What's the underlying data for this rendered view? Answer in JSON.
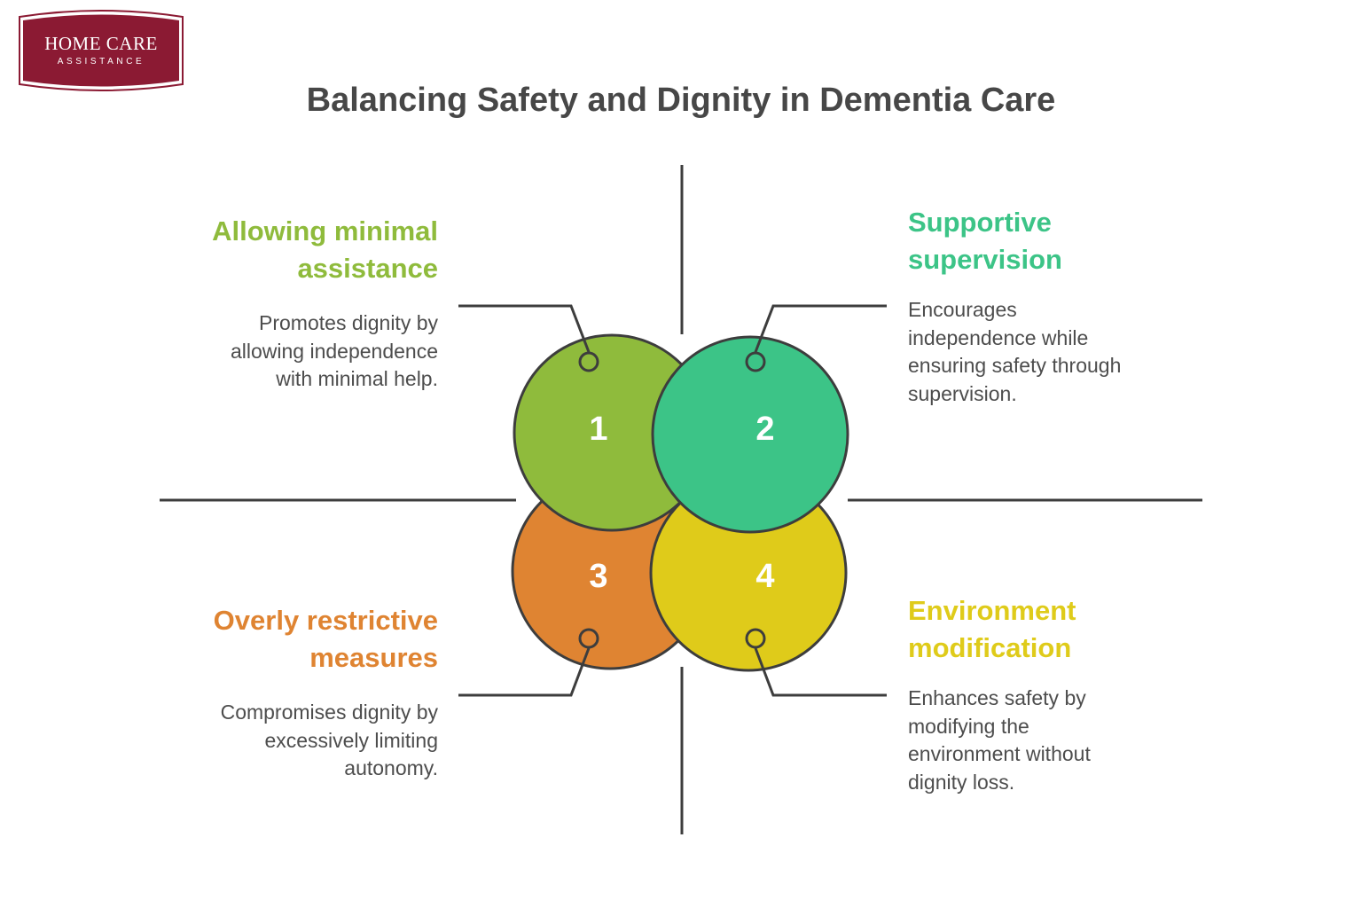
{
  "logo": {
    "line1": "HOME CARE",
    "line2": "ASSISTANCE",
    "color": "#8b1a33"
  },
  "title": "Balancing Safety and Dignity in Dementia Care",
  "quadrants": [
    {
      "number": "1",
      "heading_line1": "Allowing minimal",
      "heading_line2": "assistance",
      "desc_lines": [
        "Promotes dignity by",
        "allowing independence",
        "with minimal help."
      ],
      "color": "#8fbb3c"
    },
    {
      "number": "2",
      "heading_line1": "Supportive",
      "heading_line2": "supervision",
      "desc_lines": [
        "Encourages",
        "independence while",
        "ensuring safety through",
        "supervision."
      ],
      "color": "#3cc487"
    },
    {
      "number": "3",
      "heading_line1": "Overly restrictive",
      "heading_line2": "measures",
      "desc_lines": [
        "Compromises dignity by",
        "excessively limiting",
        "autonomy."
      ],
      "color": "#df8432"
    },
    {
      "number": "4",
      "heading_line1": "Environment",
      "heading_line2": "modification",
      "desc_lines": [
        "Enhances safety by",
        "modifying the",
        "environment without",
        "dignity loss."
      ],
      "color": "#dfcb1a"
    }
  ]
}
